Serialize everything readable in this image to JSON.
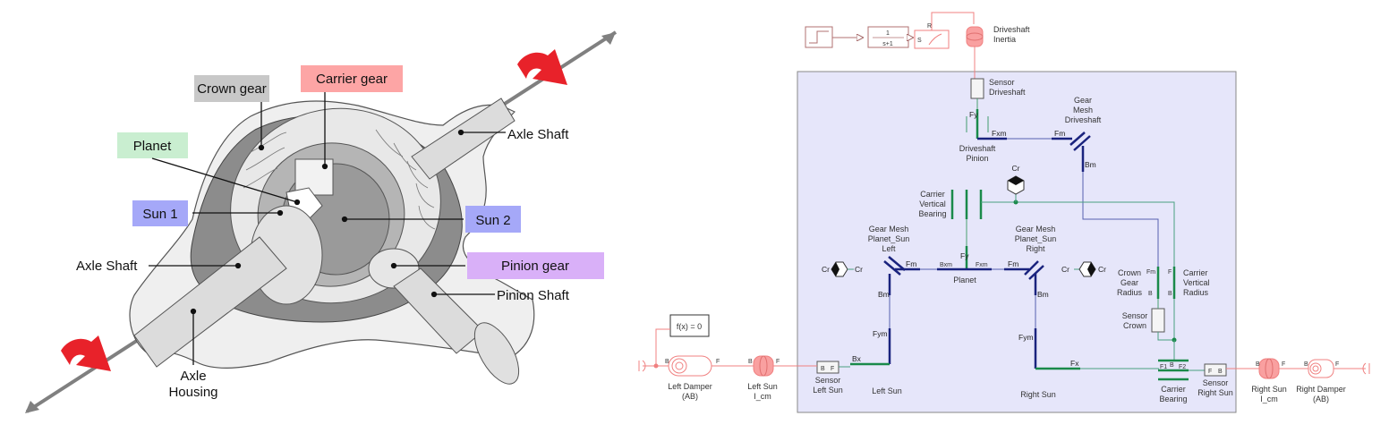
{
  "illustration": {
    "labels": {
      "crown_gear": "Crown gear",
      "carrier_gear": "Carrier gear",
      "planet": "Planet",
      "sun1": "Sun 1",
      "sun2": "Sun 2",
      "pinion_gear": "Pinion gear",
      "pinion_shaft": "Pinion Shaft",
      "axle_shaft_right": "Axle Shaft",
      "axle_shaft_left": "Axle Shaft",
      "axle_housing_1": "Axle",
      "axle_housing_2": "Housing"
    },
    "colors": {
      "crown_gear": "#c8c8c8",
      "carrier_gear": "#fda5a5",
      "planet": "#c9eed0",
      "sun": "#a5a8f8",
      "pinion_gear": "#d9b0f8",
      "rotation_arrow": "#e8222a",
      "axis_arrow": "#808080"
    }
  },
  "model": {
    "subsystem_fill": "#e6e6fa",
    "colors": {
      "mech_rot": "#f08080",
      "translational": "#1a8a4a",
      "gear_blue": "#1a237e"
    },
    "top": {
      "transfer_fn_num": "1",
      "transfer_fn_den": "s+1",
      "source_port_s": "S",
      "source_port_r": "R",
      "driveshaft_inertia_1": "Driveshaft",
      "driveshaft_inertia_2": "Inertia",
      "port_f": "F",
      "port_b": "B"
    },
    "blocks": {
      "sensor_driveshaft": [
        "Sensor",
        "Driveshaft"
      ],
      "gear_mesh_driveshaft": [
        "Gear",
        "Mesh",
        "Driveshaft"
      ],
      "driveshaft_pinion": [
        "Driveshaft",
        "Pinion"
      ],
      "carrier_vertical_bearing": [
        "Carrier",
        "Vertical",
        "Bearing"
      ],
      "gear_mesh_left": [
        "Gear Mesh",
        "Planet_Sun",
        "Left"
      ],
      "gear_mesh_right": [
        "Gear Mesh",
        "Planet_Sun",
        "Right"
      ],
      "planet": "Planet",
      "crown_gear_radius": [
        "Crown",
        "Gear",
        "Radius"
      ],
      "carrier_vertical_radius": [
        "Carrier",
        "Vertical",
        "Radius"
      ],
      "sensor_crown": [
        "Sensor",
        "Crown"
      ],
      "left_sun": "Left Sun",
      "right_sun": "Right Sun",
      "carrier_bearing": [
        "Carrier",
        "Bearing"
      ],
      "sensor_left_sun": [
        "Sensor",
        "Left Sun"
      ],
      "sensor_right_sun": [
        "Sensor",
        "Right Sun"
      ],
      "left_damper": [
        "Left Damper",
        "(AB)"
      ],
      "left_sun_icm": [
        "Left Sun",
        "I_cm"
      ],
      "right_sun_icm": [
        "Right Sun",
        "I_cm"
      ],
      "right_damper": [
        "Right Damper",
        "(AB)"
      ],
      "solver": "f(x) = 0"
    },
    "ports": {
      "fy": "Fy",
      "fxm": "Fxm",
      "fm": "Fm",
      "bm": "Bm",
      "bxm": "Bxm",
      "fym": "Fym",
      "bx": "Bx",
      "fx": "Fx",
      "cr": "Cr",
      "f1": "F1",
      "f2": "F2",
      "b": "B",
      "f": "F"
    }
  }
}
